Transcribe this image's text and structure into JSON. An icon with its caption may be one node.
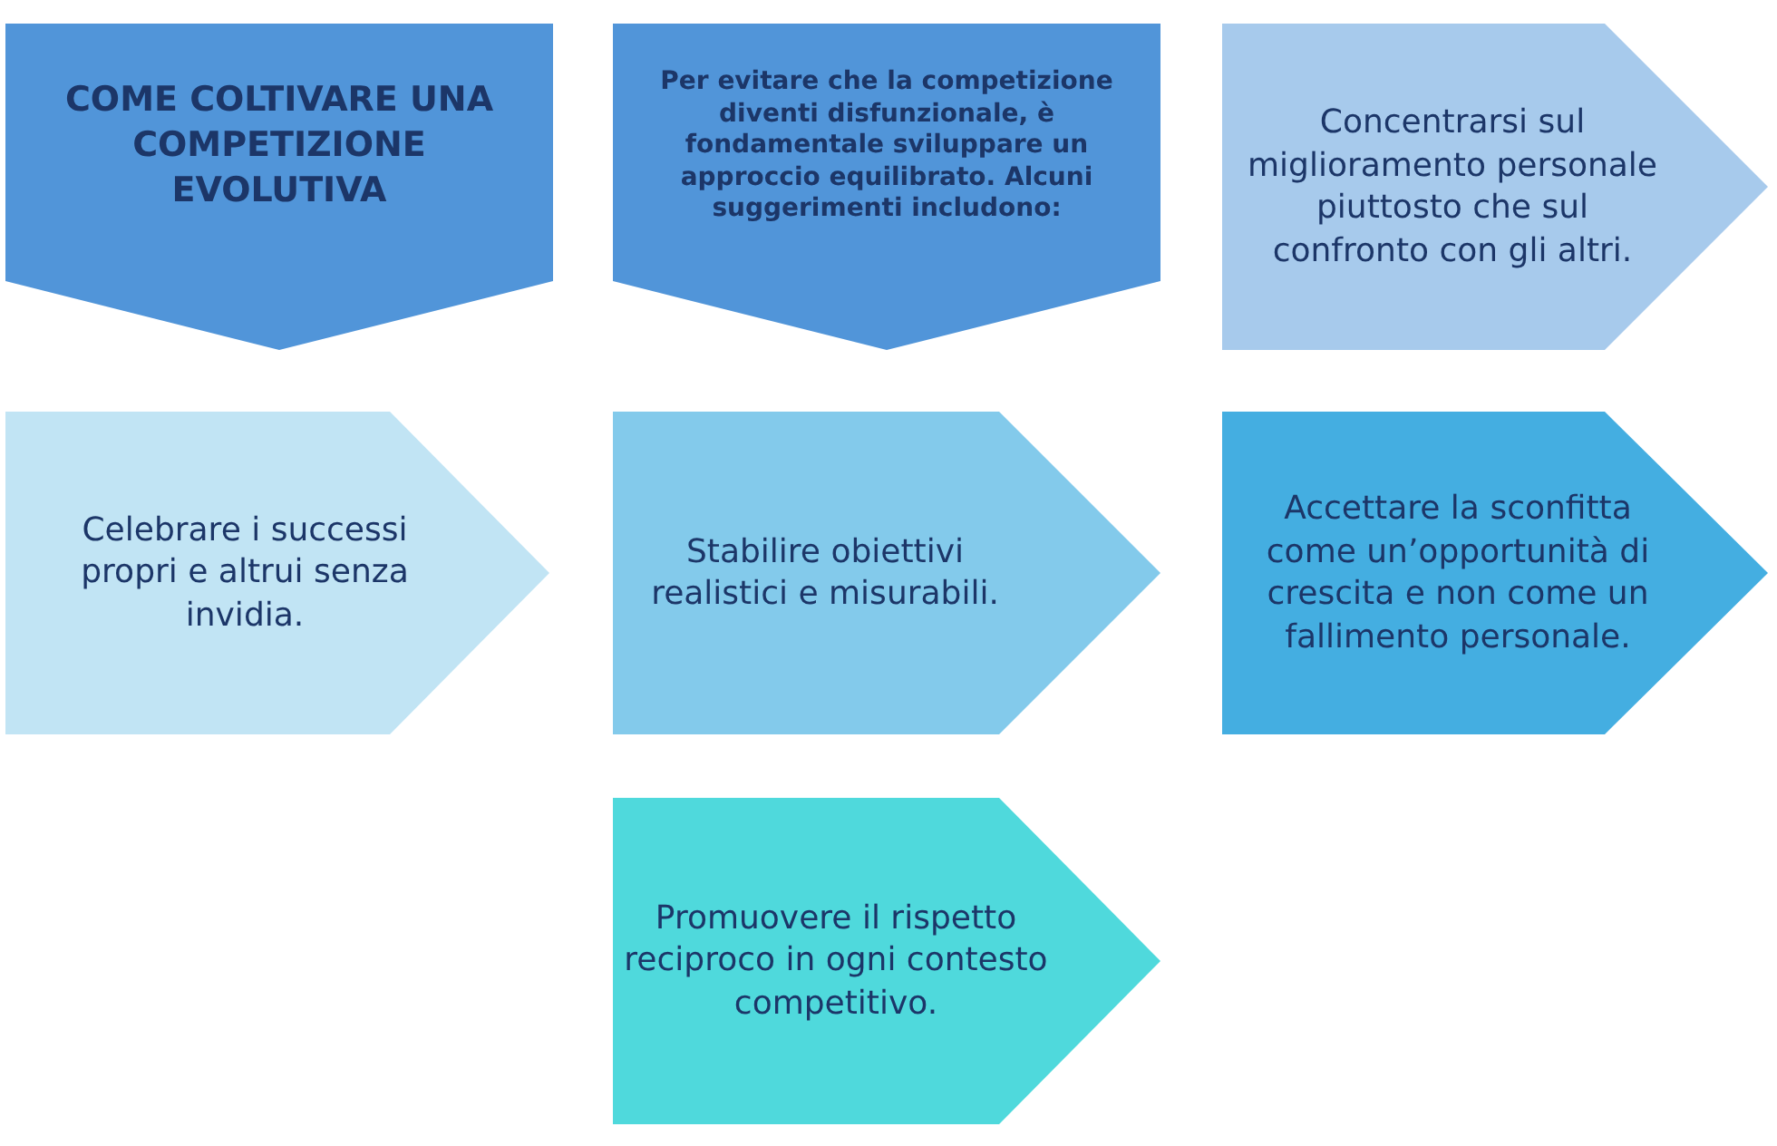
{
  "diagram": {
    "nodes": [
      {
        "text": [
          "COME COLTIVARE UNA COMPETIZIONE EVOLUTIVA"
        ]
      },
      {
        "text": [
          "Per evitare che la competizione diventi disfunzionale, è fondamentale sviluppare un approccio equilibrato. Alcuni suggerimenti includono:"
        ]
      },
      {
        "text": [
          "Concentrarsi sul miglioramento personale piuttosto che sul confronto con gli altri."
        ]
      },
      {
        "text": [
          "Celebrare i successi propri e altrui senza invidia."
        ]
      },
      {
        "text": [
          "Stabilire obiettivi realistici e misurabili."
        ]
      },
      {
        "text": [
          "Accettare la sconfitta come un’opportunità di crescita e non come un fallimento personale."
        ]
      },
      {
        "text": [
          "Promuovere il rispetto reciproco in ogni contesto competitivo."
        ]
      }
    ]
  }
}
